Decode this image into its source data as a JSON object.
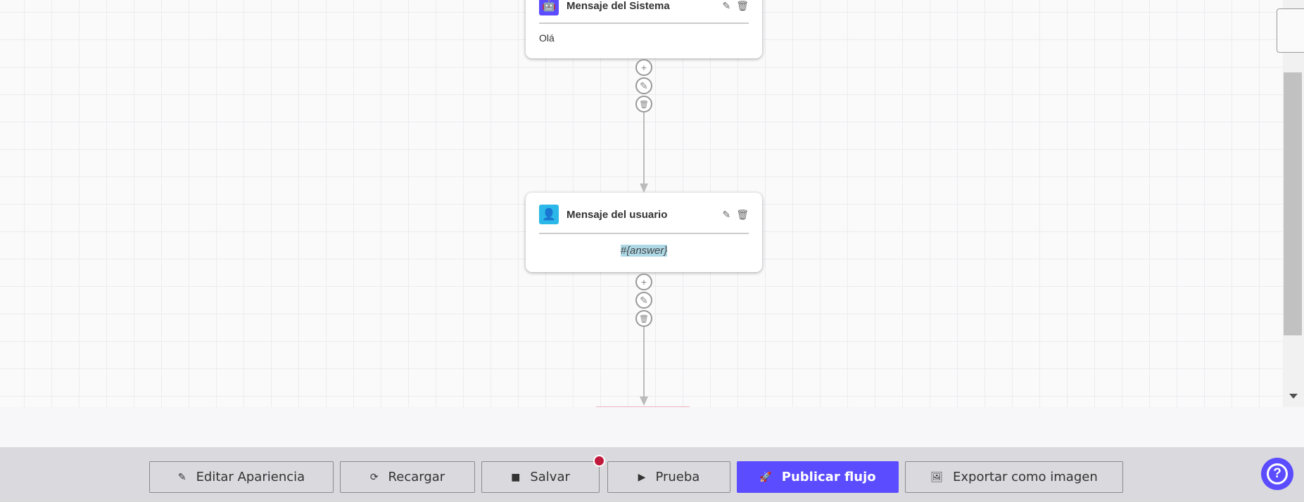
{
  "nodes": [
    {
      "type": "system",
      "title": "Mensaje del Sistema",
      "content": "Olá",
      "icon": "robot-icon",
      "color": "#5b4cff"
    },
    {
      "type": "user",
      "title": "Mensaje del usuario",
      "content": "#{answer}",
      "icon": "user-icon",
      "color": "#2bb8e8"
    }
  ],
  "connector_icons": [
    "plus-icon",
    "pencil-icon",
    "trash-icon"
  ],
  "toolbar": {
    "edit_appearance": "Editar Apariencia",
    "reload": "Recargar",
    "save": "Salvar",
    "test": "Prueba",
    "publish": "Publicar flujo",
    "export": "Exportar como imagen",
    "unsaved_indicator_color": "#c0193b",
    "accent": "#5b4cff"
  },
  "help": {
    "icon": "question-icon"
  }
}
